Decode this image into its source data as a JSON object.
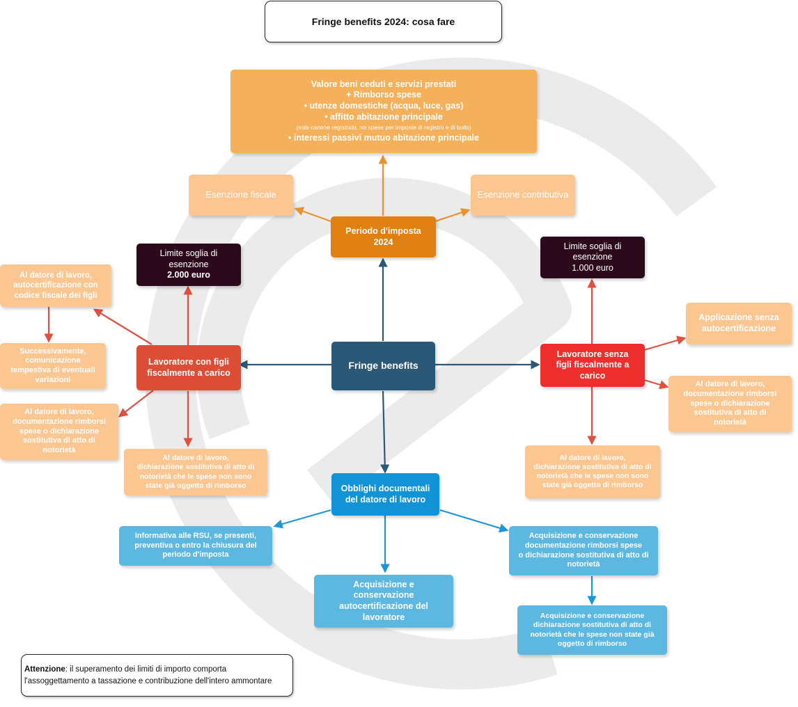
{
  "title": "Fringe benefits 2024: cosa fare",
  "colors": {
    "orange_dark": "#e07f12",
    "orange_mid": "#f5b05b",
    "orange_light": "#fbc690",
    "navy": "#2c5877",
    "maroon": "#2c0a1b",
    "red_dark": "#dc4d35",
    "red_bright": "#ee2d2d",
    "blue_dark": "#1293d6",
    "blue_light": "#5cb8e0",
    "watermark": "#ebebeb"
  },
  "nodes": {
    "center": {
      "lines": [
        "Fringe benefits"
      ]
    },
    "periodo": {
      "lines": [
        "Periodo d'imposta",
        "2024"
      ]
    },
    "valore": {
      "lines": [
        "Valore beni ceduti e servizi prestati",
        "+ Rimborso spese",
        "• utenze domestiche (acqua, luce, gas)",
        "• affitto abitazione principale",
        "(solo canone registrato, no spese per  imposte di registro e di bollo)",
        "• interessi passivi mutuo abitazione principale"
      ]
    },
    "esenzione_fiscale": {
      "lines": [
        "Esenzione fiscale"
      ]
    },
    "esenzione_contributiva": {
      "lines": [
        "Esenzione contributiva"
      ]
    },
    "lavoratore_figli": {
      "lines": [
        "Lavoratore con figli",
        "fiscalmente a carico"
      ]
    },
    "limite_2000": {
      "lines": [
        "Limite soglia di",
        "esenzione",
        "2.000 euro"
      ]
    },
    "autocert_cf": {
      "lines": [
        "Al datore di lavoro,",
        "autocertificazione con",
        "codice fiscale dei figli"
      ]
    },
    "successivamente": {
      "lines": [
        "Successivamente,",
        "comunicazione",
        "tempestiva di eventuali",
        "variazioni"
      ]
    },
    "doc_rimborsi_left": {
      "lines": [
        "Al datore di lavoro,",
        "documentazione rimborsi",
        "spese o dichiarazione",
        "sostitutiva di atto di",
        "notorietà"
      ]
    },
    "dich_sost_left": {
      "lines": [
        "Al datore di lavoro,",
        "dichiarazione sostitutiva di atto di",
        "notorietà che le spese non sono",
        "state già oggetto di rimborso"
      ]
    },
    "lavoratore_senza": {
      "lines": [
        "Lavoratore senza",
        "figli fiscalmente a",
        "carico"
      ]
    },
    "limite_1000": {
      "lines": [
        "Limite soglia di",
        "esenzione",
        "1.000 euro"
      ]
    },
    "applicazione": {
      "lines": [
        "Applicazione senza",
        "autocertificazione"
      ]
    },
    "doc_rimborsi_right": {
      "lines": [
        "Al datore di lavoro,",
        "documentazione rimborsi",
        "spese o dichiarazione",
        "sostitutiva di atto di",
        "notorietà"
      ]
    },
    "dich_sost_right": {
      "lines": [
        "Al datore di lavoro,",
        "dichiarazione sostitutiva di atto di",
        "notorietà che le spese non sono",
        "state già oggetto di rimborso"
      ]
    },
    "obblighi": {
      "lines": [
        "Obblighi documentali",
        "del datore di lavoro"
      ]
    },
    "informativa": {
      "lines": [
        "Informativa alle RSU, se presenti,",
        "preventiva o entro la chiusura del",
        "periodo d'imposta"
      ]
    },
    "acq_autocert": {
      "lines": [
        "Acquisizione e",
        "conservazione",
        "autocertificazione del",
        "lavoratore"
      ]
    },
    "acq_doc_rimborsi": {
      "lines": [
        "Acquisizione e conservazione",
        "documentazione rimborsi spese",
        "o dichiarazione sostitutiva di atto di",
        "notorietà"
      ]
    },
    "acq_dich_sost": {
      "lines": [
        "Acquisizione e conservazione",
        "dichiarazione sostitutiva di atto di",
        "notorietà che le spese non state già",
        "oggetto di rimborso"
      ]
    }
  },
  "note": {
    "bold": "Attenzione",
    "text": ": il superamento dei limiti di importo comporta",
    "line2": "l'assoggettamento a tassazione e contribuzione dell'intero ammontare"
  }
}
